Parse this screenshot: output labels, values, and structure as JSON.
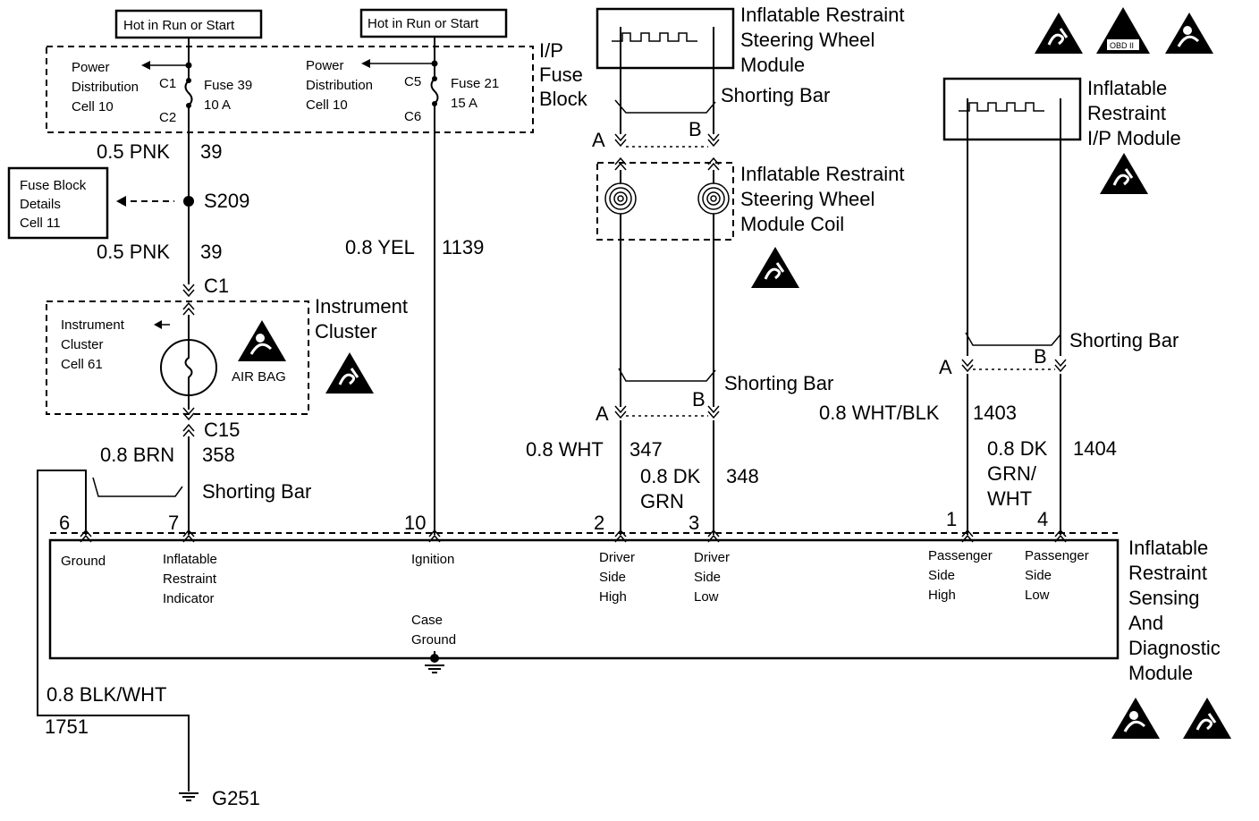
{
  "hot_labels": [
    "Hot in Run or Start",
    "Hot in Run or Start"
  ],
  "ip_fuse_block": {
    "title": [
      "I/P",
      "Fuse",
      "Block"
    ],
    "left_power": [
      "Power",
      "Distribution",
      "Cell 10"
    ],
    "right_power": [
      "Power",
      "Distribution",
      "Cell 10"
    ],
    "fuse39": [
      "Fuse 39",
      "10 A"
    ],
    "fuse21": [
      "Fuse 21",
      "15 A"
    ],
    "connectors": {
      "c1": "C1",
      "c2": "C2",
      "c5": "C5",
      "c6": "C6"
    }
  },
  "fuse_block_details": [
    "Fuse Block",
    "Details",
    "Cell 11"
  ],
  "splice": "S209",
  "instrument_cluster": {
    "title": [
      "Instrument",
      "Cluster"
    ],
    "ref": [
      "Instrument",
      "Cluster",
      "Cell 61"
    ],
    "airbag_label": "AIR BAG",
    "conn_top": "C1",
    "conn_bottom": "C15"
  },
  "wires": {
    "pnk_a": {
      "gauge_color": "0.5 PNK",
      "circuit": "39"
    },
    "pnk_b": {
      "gauge_color": "0.5 PNK",
      "circuit": "39"
    },
    "yel": {
      "gauge_color": "0.8 YEL",
      "circuit": "1139"
    },
    "brn": {
      "gauge_color": "0.8 BRN",
      "circuit": "358"
    },
    "wht": {
      "gauge_color": "0.8 WHT",
      "circuit": "347"
    },
    "dkgrn": {
      "gauge_color": [
        "0.8 DK",
        "GRN"
      ],
      "circuit": "348"
    },
    "whtblk": {
      "gauge_color": "0.8 WHT/BLK",
      "circuit": "1403"
    },
    "dkgrnwht": {
      "gauge_color": [
        "0.8 DK",
        "GRN/",
        "WHT"
      ],
      "circuit": "1404"
    },
    "blkwht": {
      "gauge_color": "0.8 BLK/WHT",
      "circuit": "1751"
    }
  },
  "steering_wheel_module": [
    "Inflatable Restraint",
    "Steering Wheel",
    "Module"
  ],
  "steering_wheel_coil": [
    "Inflatable Restraint",
    "Steering Wheel",
    "Module Coil"
  ],
  "ip_module": [
    "Inflatable",
    "Restraint",
    "I/P Module"
  ],
  "shorting_bar": "Shorting Bar",
  "terminal_letters": {
    "a": "A",
    "b": "B"
  },
  "obd_badge": "OBD II",
  "sdm": {
    "title": [
      "Inflatable",
      "Restraint",
      "Sensing",
      "And",
      "Diagnostic",
      "Module"
    ],
    "pins": [
      "6",
      "7",
      "10",
      "2",
      "3",
      "1",
      "4"
    ],
    "pin_labels": {
      "ground": [
        "Ground"
      ],
      "indicator": [
        "Inflatable",
        "Restraint",
        "Indicator"
      ],
      "ignition": [
        "Ignition"
      ],
      "case_ground": [
        "Case",
        "Ground"
      ],
      "driver_high": [
        "Driver",
        "Side",
        "High"
      ],
      "driver_low": [
        "Driver",
        "Side",
        "Low"
      ],
      "pass_high": [
        "Passenger",
        "Side",
        "High"
      ],
      "pass_low": [
        "Passenger",
        "Side",
        "Low"
      ]
    }
  },
  "ground_point": "G251"
}
